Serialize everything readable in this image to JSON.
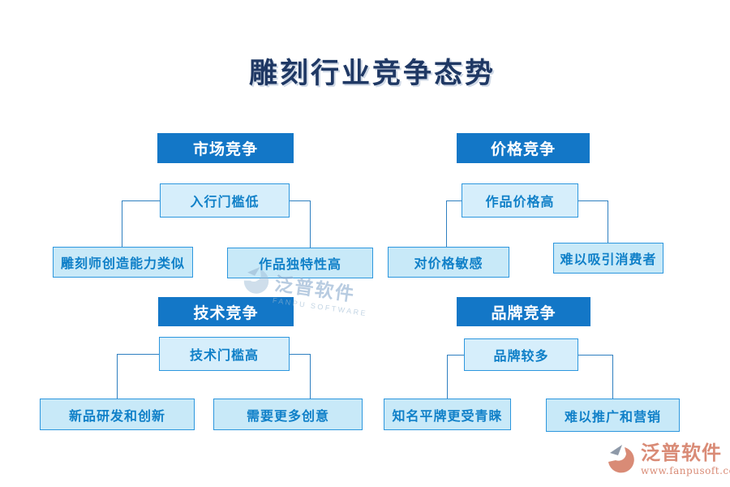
{
  "title": "雕刻行业竞争态势",
  "sections": [
    {
      "id": "market",
      "header": "市场竞争",
      "root": "入行门槛低",
      "children": [
        "雕刻师创造能力类似",
        "作品独特性高"
      ]
    },
    {
      "id": "price",
      "header": "价格竞争",
      "root": "作品价格高",
      "children": [
        "对价格敏感",
        "难以吸引消费者"
      ]
    },
    {
      "id": "technology",
      "header": "技术竞争",
      "root": "技术门槛高",
      "children": [
        "新品研发和创新",
        "需要更多创意"
      ]
    },
    {
      "id": "brand",
      "header": "品牌竞争",
      "root": "品牌较多",
      "children": [
        "知名平牌更受青睐",
        "难以推广和营销"
      ]
    }
  ],
  "watermark": {
    "brand": "泛普软件",
    "sub": "FANPU SOFTWARE"
  },
  "footer_logo": {
    "brand": "泛普软件",
    "url": "www.fanpusoft.com"
  },
  "colors": {
    "header_bg": "#1377c7",
    "node_fill_level2": "#d6eefb",
    "node_fill_level3": "#c8e9f8",
    "node_border": "#2d97de",
    "node_text": "#1080c8",
    "connector": "#2e7fc0",
    "title_text": "#1f3864",
    "brand_accent": "#d98b76"
  }
}
